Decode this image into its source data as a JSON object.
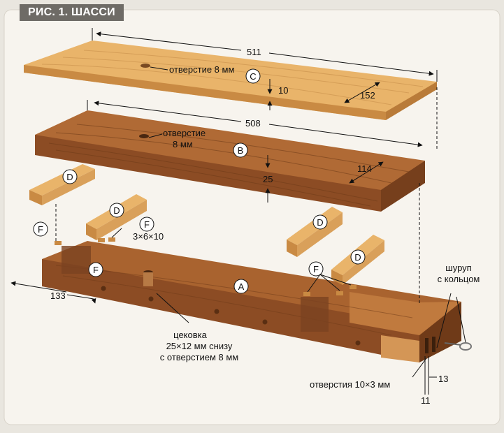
{
  "figure": {
    "title": "РИС. 1. ШАССИ"
  },
  "parts": {
    "A": "A",
    "B": "B",
    "C": "C",
    "D": "D",
    "F": "F"
  },
  "dimensions": {
    "board_c_length": "511",
    "board_c_width": "152",
    "board_c_thickness": "10",
    "board_b_length": "508",
    "board_b_width": "114",
    "board_b_thickness": "25",
    "base_offset": "133",
    "slot_small": "13",
    "slot_small2": "11",
    "tab_size": "3×6×10"
  },
  "labels": {
    "hole_c": "отверстие 8 мм",
    "hole_b_line1": "отверстие",
    "hole_b_line2": "8 мм",
    "counterbore_line1": "цековка",
    "counterbore_line2": "25×12 мм снизу",
    "counterbore_line3": "с отверстием 8 мм",
    "screw_line1": "шуруп",
    "screw_line2": "с кольцом",
    "holes_10x3": "отверстия 10×3 мм"
  },
  "colors": {
    "background": "#f5f2ec",
    "light_wood": "#e8b56d",
    "light_wood_side": "#c98a43",
    "dark_wood": "#a35e2d",
    "dark_wood_side": "#7c4320",
    "title_bg": "#6e6b66"
  }
}
